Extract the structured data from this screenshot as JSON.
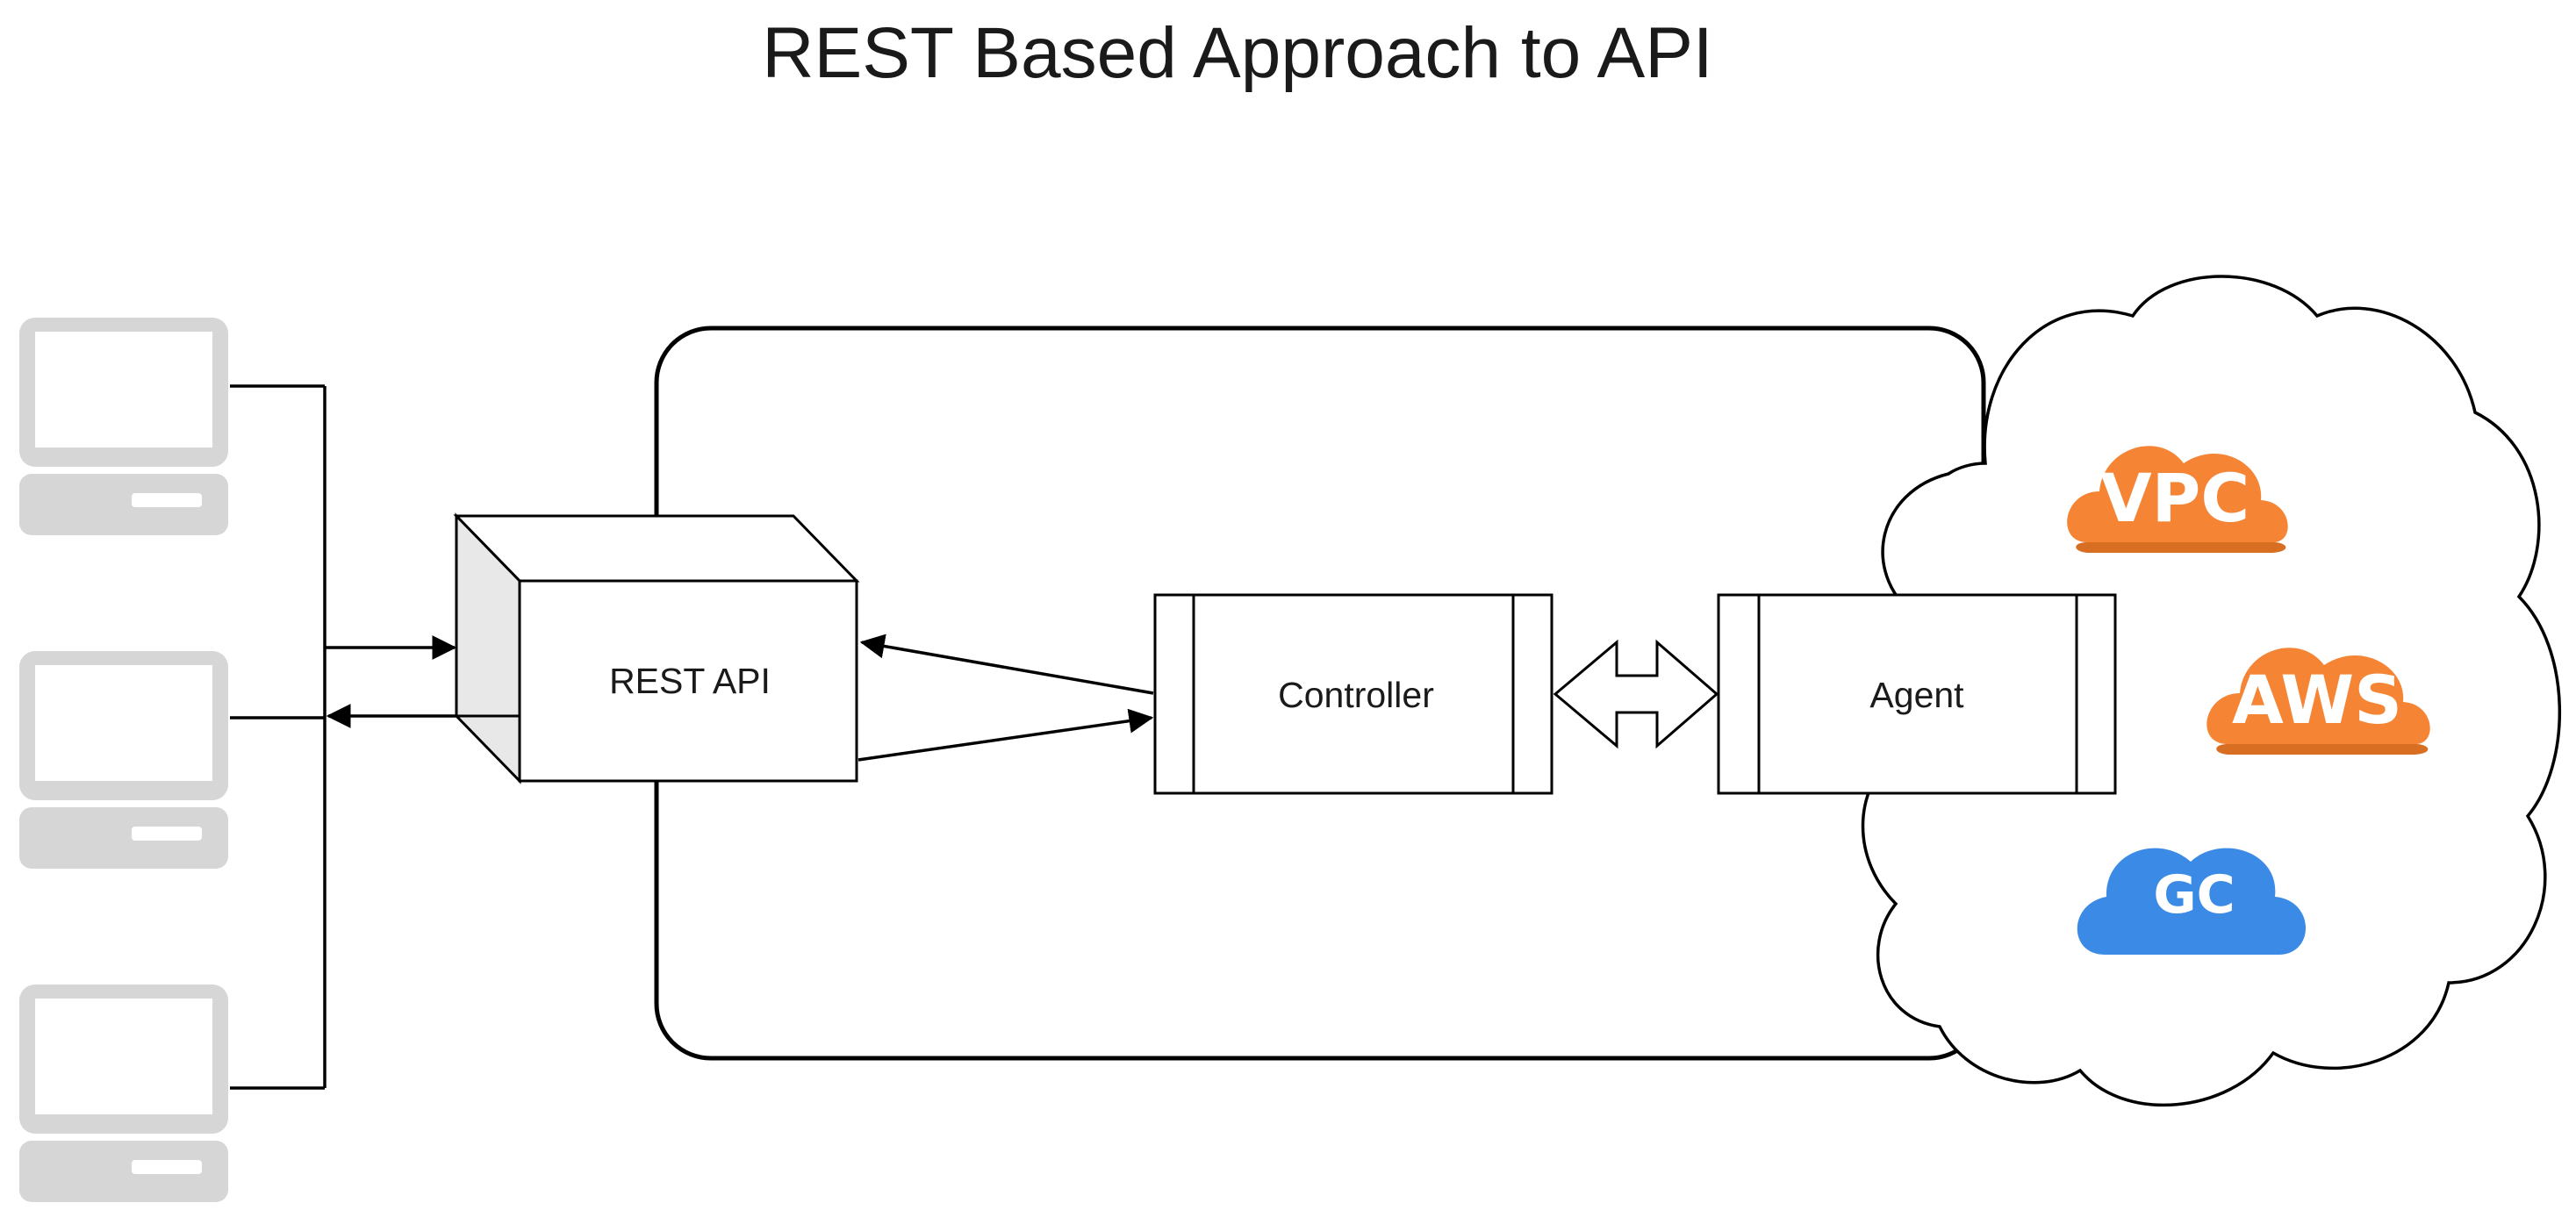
{
  "title": "REST Based Approach to API",
  "nodes": {
    "rest_api": "REST API",
    "controller": "Controller",
    "agent": "Agent"
  },
  "cloud": {
    "providers": [
      {
        "label": "VPC",
        "color": "#f58535"
      },
      {
        "label": "AWS",
        "color": "#f58535"
      },
      {
        "label": "GC",
        "color": "#3b8ae6"
      }
    ]
  },
  "clients": {
    "count": 3,
    "icon": "desktop-computer-icon",
    "color": "#d6d6d6"
  }
}
